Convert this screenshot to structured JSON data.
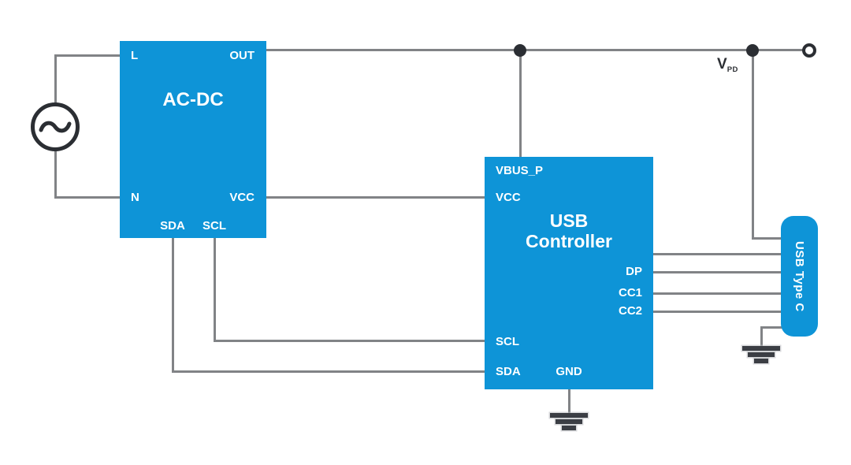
{
  "colors": {
    "block_blue": "#0e94d7",
    "wire_gray": "#818386",
    "outline_dark": "#2b2e33",
    "ground_dark": "#3b3e44",
    "text_white": "#ffffff"
  },
  "icons": {
    "ac_source": "sine-wave-in-circle",
    "junction": "filled-dot",
    "terminal": "open-circle",
    "ground": "earth-ground"
  },
  "blocks": {
    "acdc": {
      "title": "AC-DC",
      "pins": {
        "l": "L",
        "out": "OUT",
        "n": "N",
        "vcc": "VCC",
        "sda": "SDA",
        "scl": "SCL"
      }
    },
    "controller": {
      "title_line1": "USB",
      "title_line2": "Controller",
      "pins": {
        "vbus": "VBUS_P",
        "vcc": "VCC",
        "scl": "SCL",
        "sda": "SDA",
        "gnd": "GND",
        "dp": "DP",
        "cc1": "CC1",
        "cc2": "CC2"
      }
    },
    "typec": {
      "title": "USB Type C"
    }
  },
  "labels": {
    "vpd": {
      "main": "V",
      "sub": "PD"
    }
  }
}
